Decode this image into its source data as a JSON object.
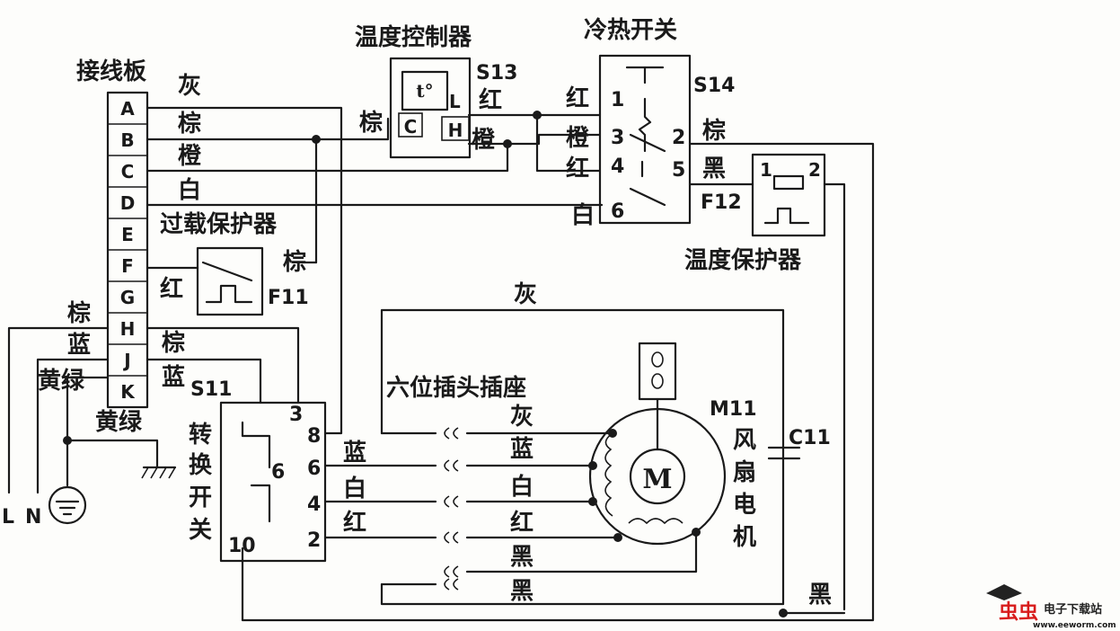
{
  "blocks": {
    "terminal_board": "接线板",
    "temp_controller": "温度控制器",
    "cold_hot_switch": "冷热开关",
    "overload_protector": "过载保护器",
    "temp_protector": "温度保护器",
    "six_pin_connector": "六位插头插座",
    "switch_vertical": [
      "转",
      "换",
      "开",
      "关"
    ],
    "fan_motor_vertical": [
      "风",
      "扇",
      "电",
      "机"
    ]
  },
  "designators": {
    "s13": "S13",
    "s14": "S14",
    "s11": "S11",
    "f11": "F11",
    "f12": "F12",
    "m11": "M11",
    "c11": "C11",
    "motor": "M",
    "thermostat": "t°"
  },
  "terminal_rows": [
    "A",
    "B",
    "C",
    "D",
    "E",
    "F",
    "G",
    "H",
    "J",
    "K"
  ],
  "wire_colors": {
    "gray": "灰",
    "brown": "棕",
    "orange": "橙",
    "white": "白",
    "red": "红",
    "blue": "蓝",
    "black": "黑",
    "yellow_green": "黄绿"
  },
  "controller_terminals": {
    "c": "C",
    "l": "L",
    "h": "H"
  },
  "switch_s14_terminals": {
    "t1": "1",
    "t2": "2",
    "t3": "3",
    "t4": "4",
    "t5": "5",
    "t6": "6"
  },
  "switch_s11_terminals": {
    "t3": "3",
    "t8": "8",
    "t6": "6",
    "t6_inner": "6",
    "t4": "4",
    "t2": "2",
    "t10": "10"
  },
  "f12_terminals": {
    "t1": "1",
    "t2": "2"
  },
  "mains": {
    "l": "L",
    "n": "N"
  },
  "connector_wires": [
    "灰",
    "蓝",
    "白",
    "红",
    "黑",
    "黑"
  ],
  "watermark": {
    "brand": "虫虫",
    "site_name": "电子下载站",
    "url": "www.eeworm.com"
  }
}
